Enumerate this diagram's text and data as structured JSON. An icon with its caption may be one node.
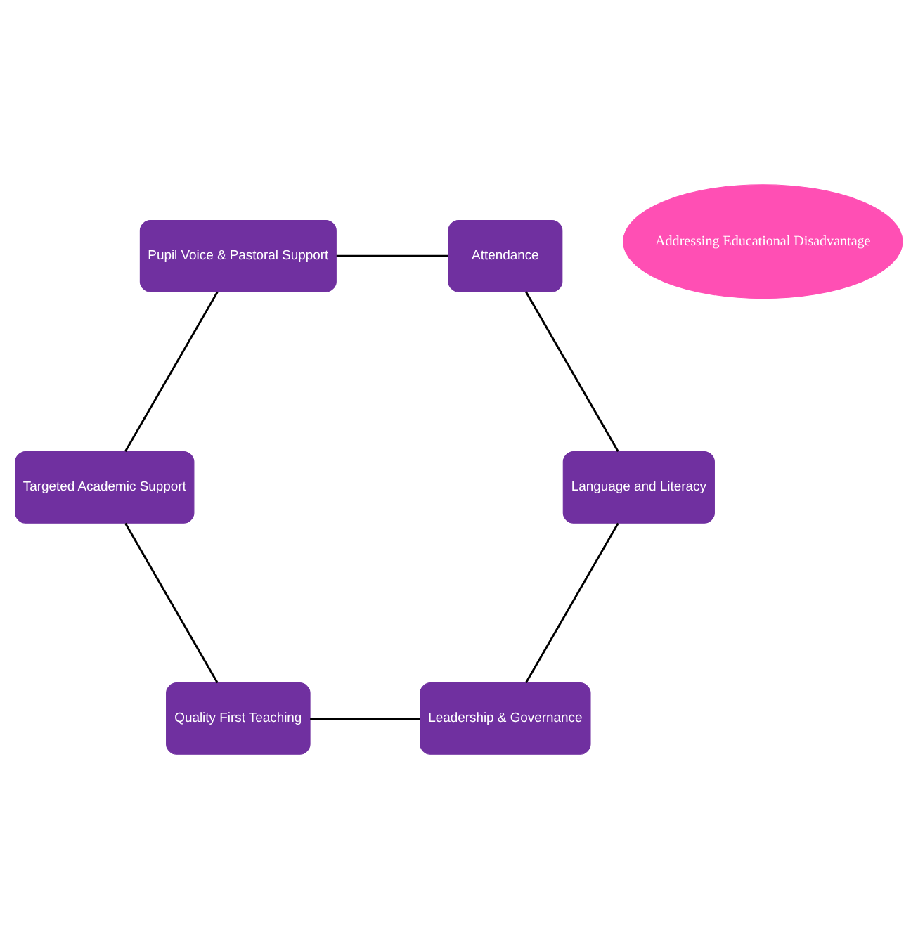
{
  "diagram": {
    "nodes": [
      {
        "text": [
          "Leadership & Governance"
        ]
      },
      {
        "text": [
          "Language and Literacy"
        ]
      },
      {
        "text": [
          "Quality First Teaching"
        ]
      },
      {
        "text": [
          "Addressing Educational Disadvantage"
        ]
      },
      {
        "text": [
          "Attendance"
        ]
      },
      {
        "text": [
          "Targeted Academic Support"
        ]
      },
      {
        "text": [
          "Pupil Voice & Pastoral Support"
        ]
      }
    ],
    "edges": [
      {
        "from": 0,
        "to": 2,
        "arrow": "none"
      },
      {
        "from": 2,
        "to": 5,
        "arrow": "none"
      },
      {
        "from": 5,
        "to": 6,
        "arrow": "none"
      },
      {
        "from": 6,
        "to": 4,
        "arrow": "none"
      },
      {
        "from": 4,
        "to": 1,
        "arrow": "none"
      },
      {
        "from": 1,
        "to": 0,
        "arrow": "none"
      }
    ]
  }
}
